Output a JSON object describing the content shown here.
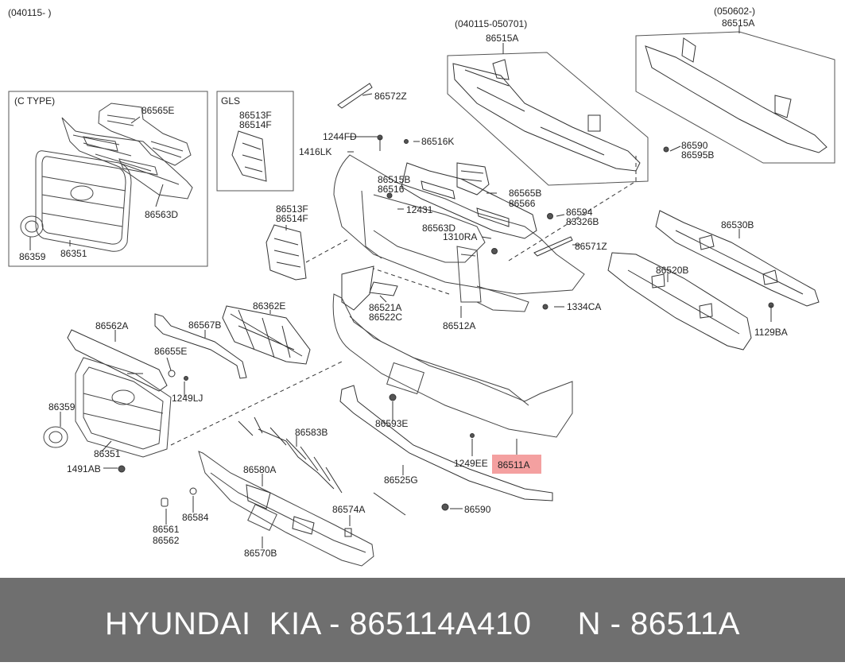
{
  "header_notes": {
    "top_left": "(040115- )",
    "middle": "(040115-050701)",
    "right": "(050602-)"
  },
  "boxes": {
    "c_type": "(C TYPE)",
    "gls": "GLS"
  },
  "labels": [
    {
      "id": "p86515A_1",
      "text": "86515A"
    },
    {
      "id": "p86515A_2",
      "text": "86515A"
    },
    {
      "id": "p86565E",
      "text": "86565E"
    },
    {
      "id": "p86563D_ct",
      "text": "86563D"
    },
    {
      "id": "p86359_ct",
      "text": "86359"
    },
    {
      "id": "p86351_ct",
      "text": "86351"
    },
    {
      "id": "p86513F_gls",
      "text": "86513F"
    },
    {
      "id": "p86514F_gls",
      "text": "86514F"
    },
    {
      "id": "p86572Z",
      "text": "86572Z"
    },
    {
      "id": "p1244FD",
      "text": "1244FD"
    },
    {
      "id": "p1416LK",
      "text": "1416LK"
    },
    {
      "id": "p86516K",
      "text": "86516K"
    },
    {
      "id": "p86515B",
      "text": "86515B"
    },
    {
      "id": "p86516",
      "text": "86516"
    },
    {
      "id": "p86590_top",
      "text": "86590"
    },
    {
      "id": "p86595B",
      "text": "86595B"
    },
    {
      "id": "p86565B",
      "text": "86565B"
    },
    {
      "id": "p86566",
      "text": "86566"
    },
    {
      "id": "p12431",
      "text": "12431"
    },
    {
      "id": "p86563D",
      "text": "86563D"
    },
    {
      "id": "p1310RA",
      "text": "1310RA"
    },
    {
      "id": "p86594",
      "text": "86594"
    },
    {
      "id": "p83326B",
      "text": "83326B"
    },
    {
      "id": "p86513F",
      "text": "86513F"
    },
    {
      "id": "p86514F",
      "text": "86514F"
    },
    {
      "id": "p86530B",
      "text": "86530B"
    },
    {
      "id": "p86571Z",
      "text": "86571Z"
    },
    {
      "id": "p86520B",
      "text": "86520B"
    },
    {
      "id": "p86521A",
      "text": "86521A"
    },
    {
      "id": "p86522C",
      "text": "86522C"
    },
    {
      "id": "p86512A",
      "text": "86512A"
    },
    {
      "id": "p1334CA",
      "text": "1334CA"
    },
    {
      "id": "p1129BA",
      "text": "1129BA"
    },
    {
      "id": "p86362E",
      "text": "86362E"
    },
    {
      "id": "p86562A",
      "text": "86562A"
    },
    {
      "id": "p86567B",
      "text": "86567B"
    },
    {
      "id": "p86655E",
      "text": "86655E"
    },
    {
      "id": "p1249LJ",
      "text": "1249LJ"
    },
    {
      "id": "p86359",
      "text": "86359"
    },
    {
      "id": "p86351",
      "text": "86351"
    },
    {
      "id": "p1491AB",
      "text": "1491AB"
    },
    {
      "id": "p86593E",
      "text": "86593E"
    },
    {
      "id": "p86583B",
      "text": "86583B"
    },
    {
      "id": "p1249EE",
      "text": "1249EE"
    },
    {
      "id": "p86511A",
      "text": "86511A"
    },
    {
      "id": "p86525G",
      "text": "86525G"
    },
    {
      "id": "p86580A",
      "text": "86580A"
    },
    {
      "id": "p86574A",
      "text": "86574A"
    },
    {
      "id": "p86590_bot",
      "text": "86590"
    },
    {
      "id": "p86584",
      "text": "86584"
    },
    {
      "id": "p86561",
      "text": "86561"
    },
    {
      "id": "p86562",
      "text": "86562"
    },
    {
      "id": "p86570B",
      "text": "86570B"
    }
  ],
  "highlight": {
    "part": "86511A",
    "color": "#f4a0a0",
    "text_color": "#222222"
  },
  "footer": {
    "text": "HYUNDAI  KIA - 865114A410     N - 86511A",
    "background": "#6f6f6f",
    "text_color": "#ffffff"
  }
}
